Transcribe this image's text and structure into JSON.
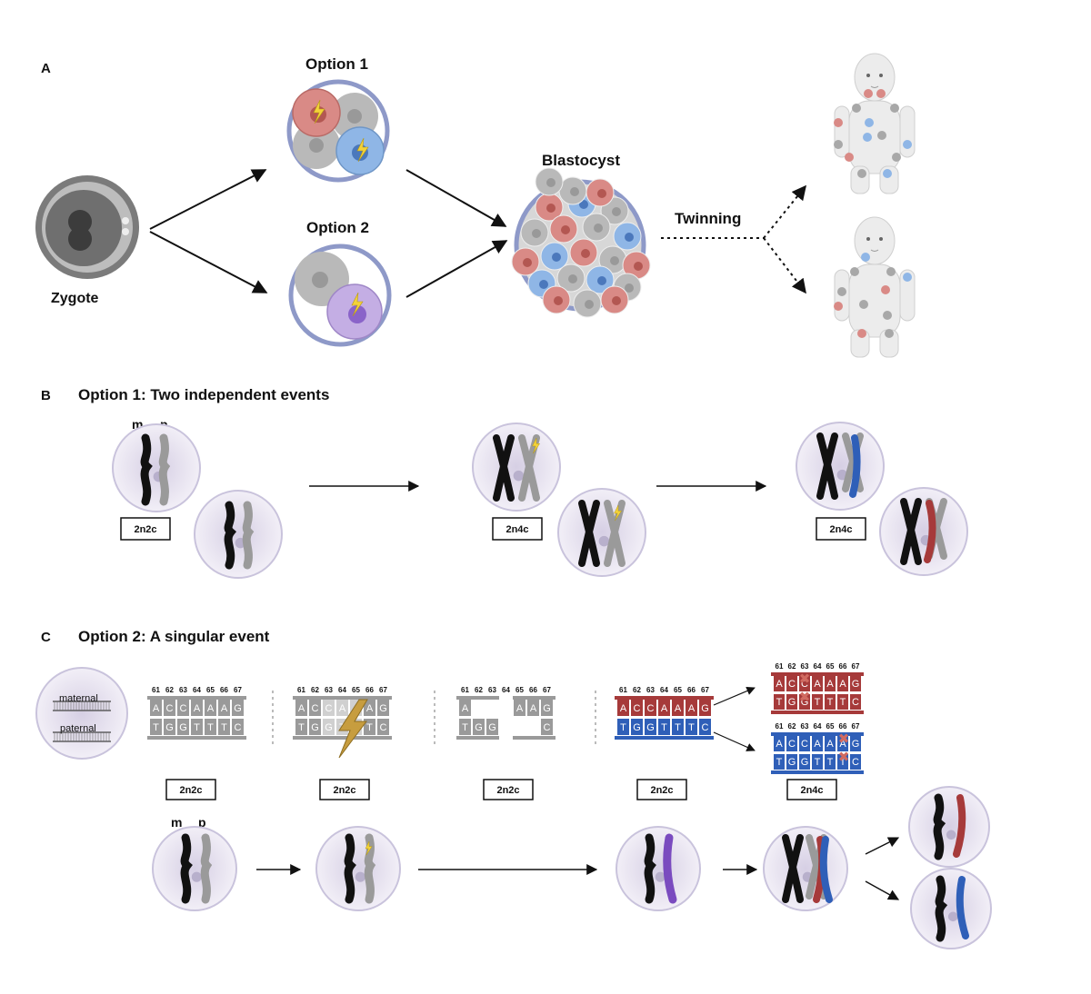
{
  "panels": {
    "a": "A",
    "b": "B",
    "c": "C",
    "b_title": "Option 1: Two independent events",
    "c_title": "Option 2: A singular event"
  },
  "panel_a": {
    "zygote": "Zygote",
    "option1": "Option 1",
    "option2": "Option 2",
    "blastocyst": "Blastocyst",
    "twinning": "Twinning"
  },
  "chromo_labels": {
    "m": "m",
    "p": "p"
  },
  "ploidy": {
    "b1": "2n2c",
    "b2": "2n4c",
    "b3": "2n4c",
    "c1": "2n2c",
    "c2": "2n2c",
    "c3": "2n2c",
    "c4": "2n2c",
    "c5": "2n4c"
  },
  "dna": {
    "maternal": "maternal",
    "paternal": "paternal",
    "positions": [
      "61",
      "62",
      "63",
      "64",
      "65",
      "66",
      "67"
    ],
    "top": [
      "A",
      "C",
      "C",
      "A",
      "A",
      "A",
      "G"
    ],
    "bottom": [
      "T",
      "G",
      "G",
      "T",
      "T",
      "T",
      "C"
    ]
  },
  "colors": {
    "red": "#a63a3a",
    "blue": "#2f5fb8",
    "gray": "#9a9a9a",
    "purple": "#7a4bbf",
    "ring": "#8e99c8",
    "cell_bg": "#e9e4f1",
    "bolt": "#f3d23a"
  }
}
